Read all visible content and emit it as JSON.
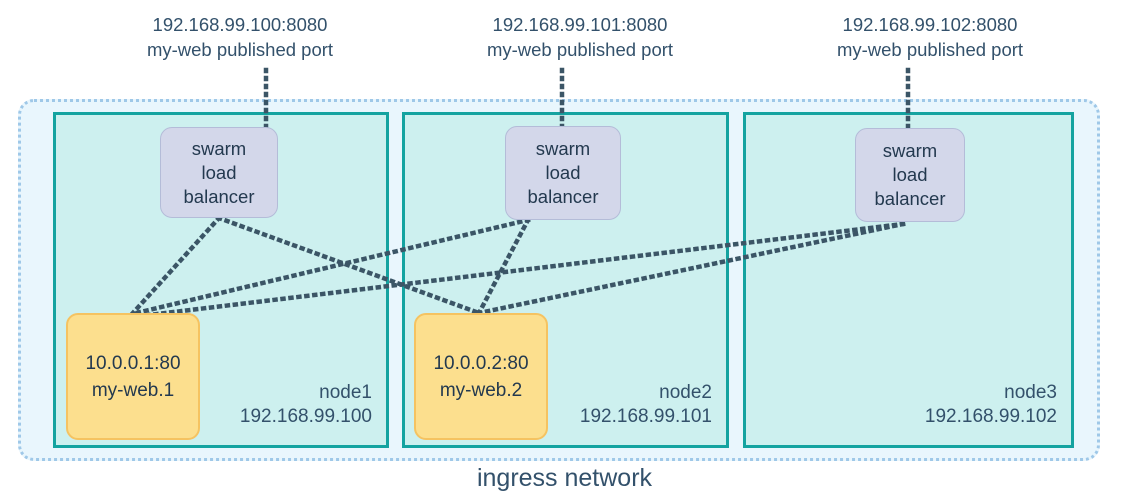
{
  "diagram": {
    "title": "ingress network",
    "published_ports": [
      {
        "address": "192.168.99.100:8080",
        "caption": "my-web published port"
      },
      {
        "address": "192.168.99.101:8080",
        "caption": "my-web published port"
      },
      {
        "address": "192.168.99.102:8080",
        "caption": "my-web published port"
      }
    ],
    "load_balancer": {
      "line1": "swarm",
      "line2": "load",
      "line3": "balancer"
    },
    "nodes": [
      {
        "name": "node1",
        "ip": "192.168.99.100",
        "task": {
          "address": "10.0.0.1:80",
          "name": "my-web.1"
        }
      },
      {
        "name": "node2",
        "ip": "192.168.99.101",
        "task": {
          "address": "10.0.0.2:80",
          "name": "my-web.2"
        }
      },
      {
        "name": "node3",
        "ip": "192.168.99.102",
        "task": null
      }
    ],
    "colors": {
      "ingress_fill": "#e9f6fd",
      "ingress_border": "#9fc8e8",
      "node_fill": "#cdf0ef",
      "node_border": "#14a3a0",
      "lb_fill": "#d3d7ea",
      "lb_border": "#b4bcd8",
      "task_fill": "#fcdf8e",
      "task_border": "#f5c361",
      "text": "#33516b",
      "connector": "#3b5566"
    }
  }
}
